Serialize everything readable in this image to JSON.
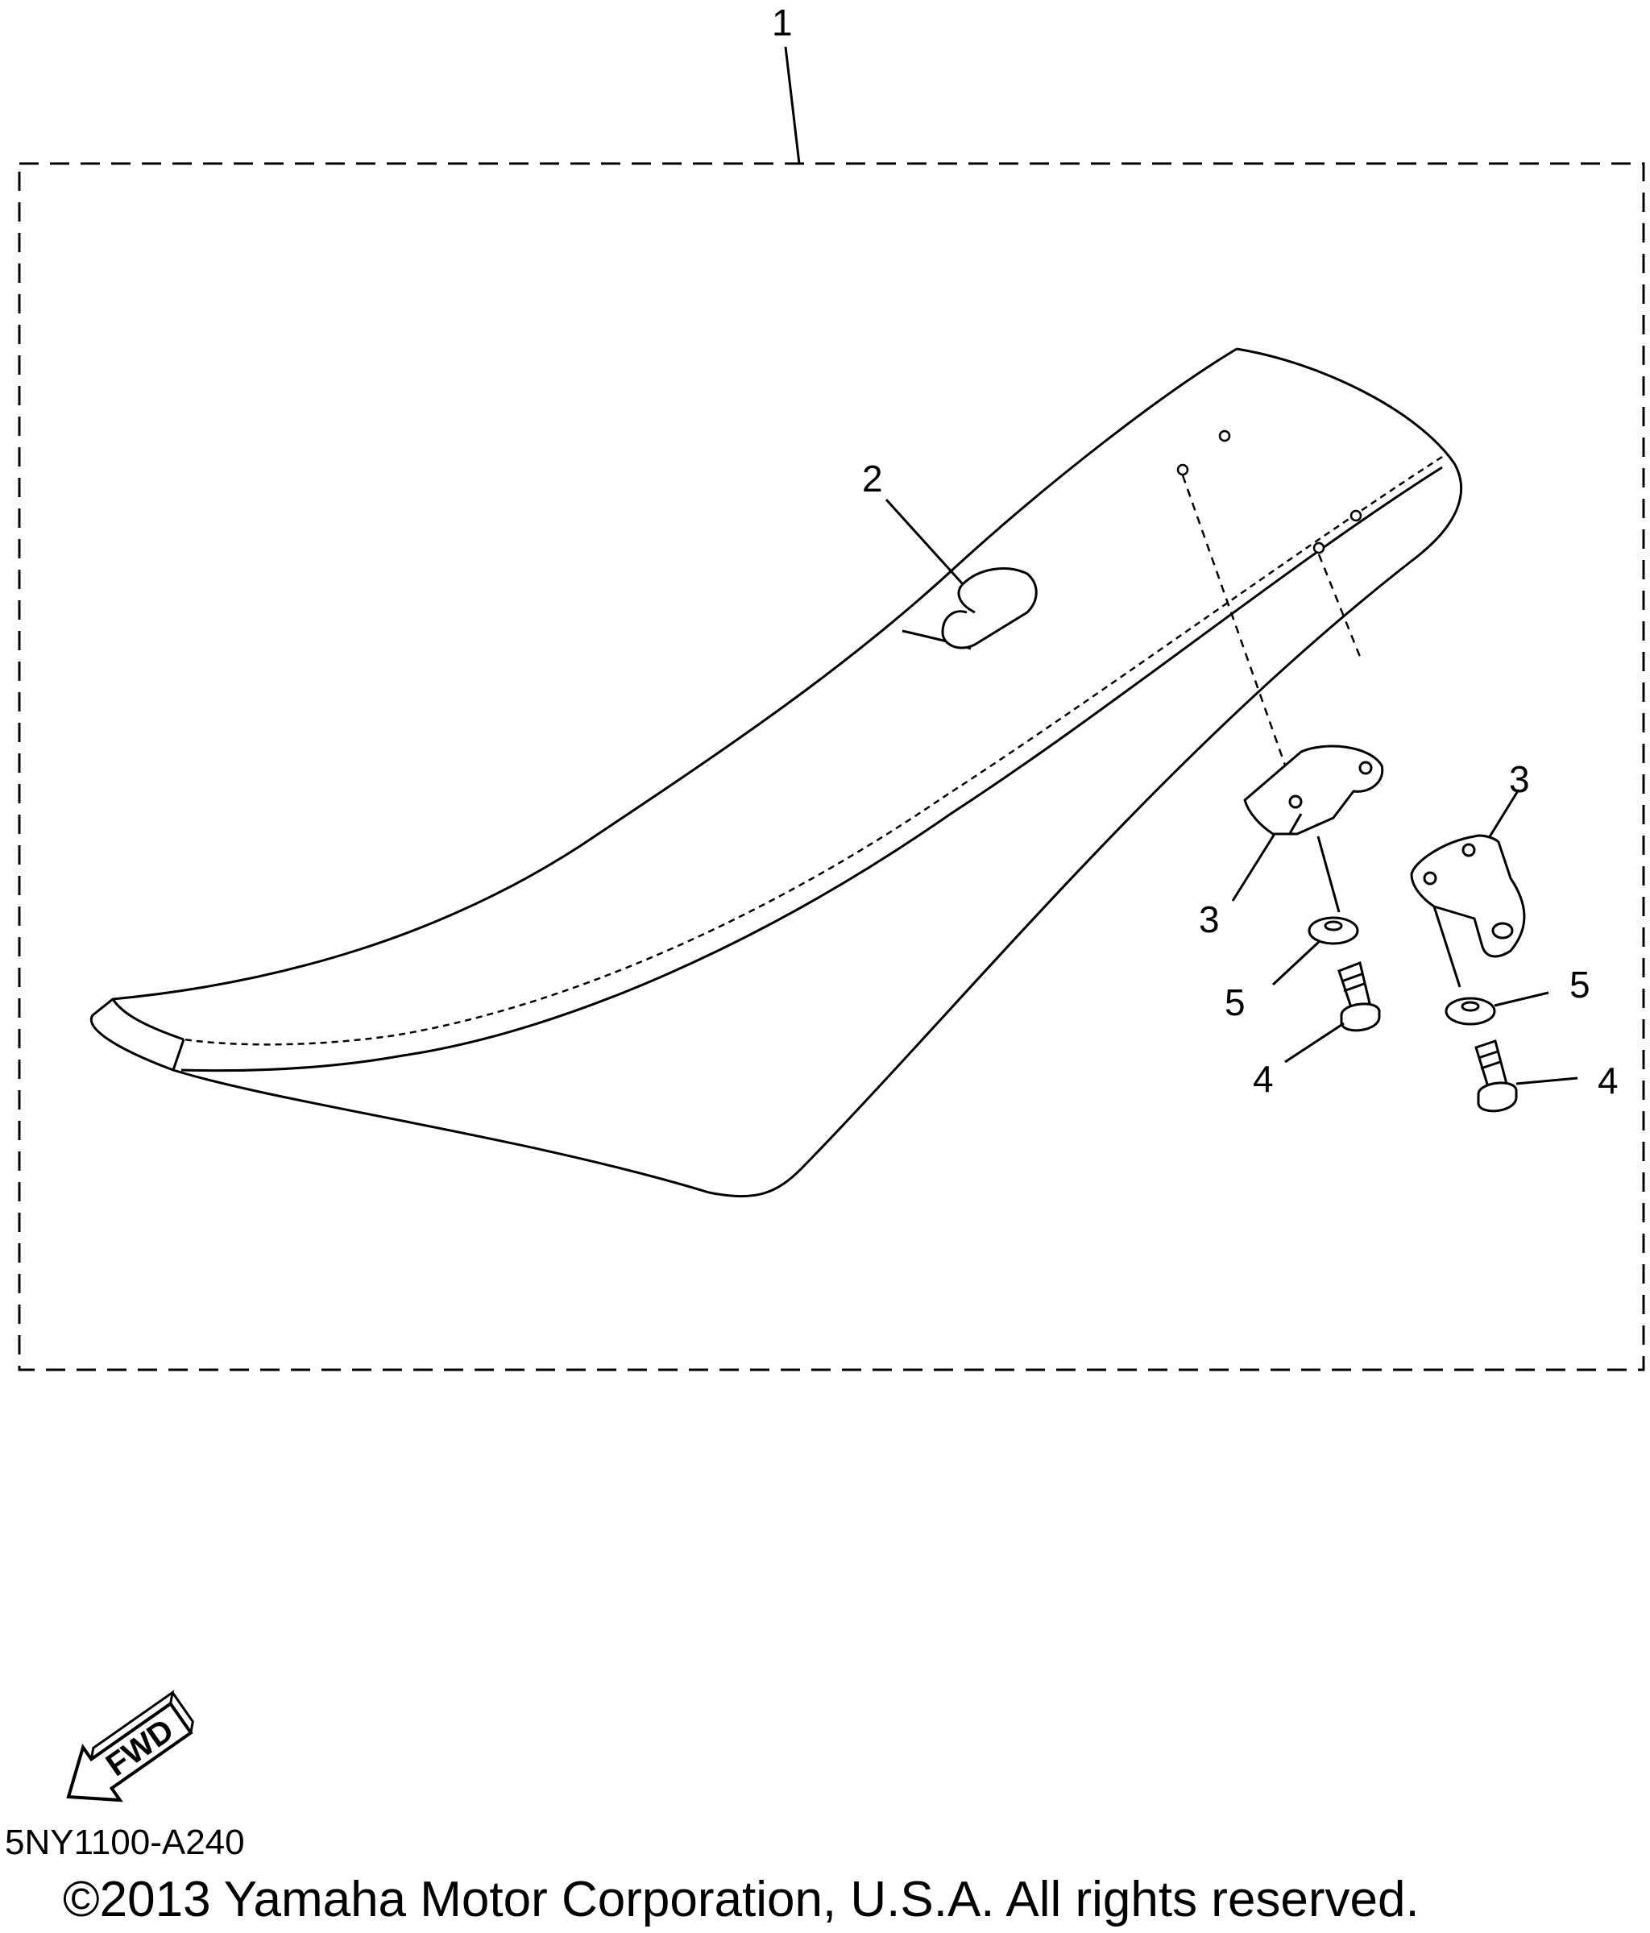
{
  "diagram": {
    "callouts": [
      {
        "id": "1",
        "label": "1"
      },
      {
        "id": "2",
        "label": "2"
      },
      {
        "id": "3a",
        "label": "3"
      },
      {
        "id": "3b",
        "label": "3"
      },
      {
        "id": "4a",
        "label": "4"
      },
      {
        "id": "4b",
        "label": "4"
      },
      {
        "id": "5a",
        "label": "5"
      },
      {
        "id": "5b",
        "label": "5"
      }
    ],
    "fwd_label": "FWD",
    "fwd_icon": "forward-arrow-icon"
  },
  "footer": {
    "diagram_code": "5NY1100-A240",
    "copyright": "©2013 Yamaha Motor Corporation, U.S.A. All rights reserved."
  }
}
